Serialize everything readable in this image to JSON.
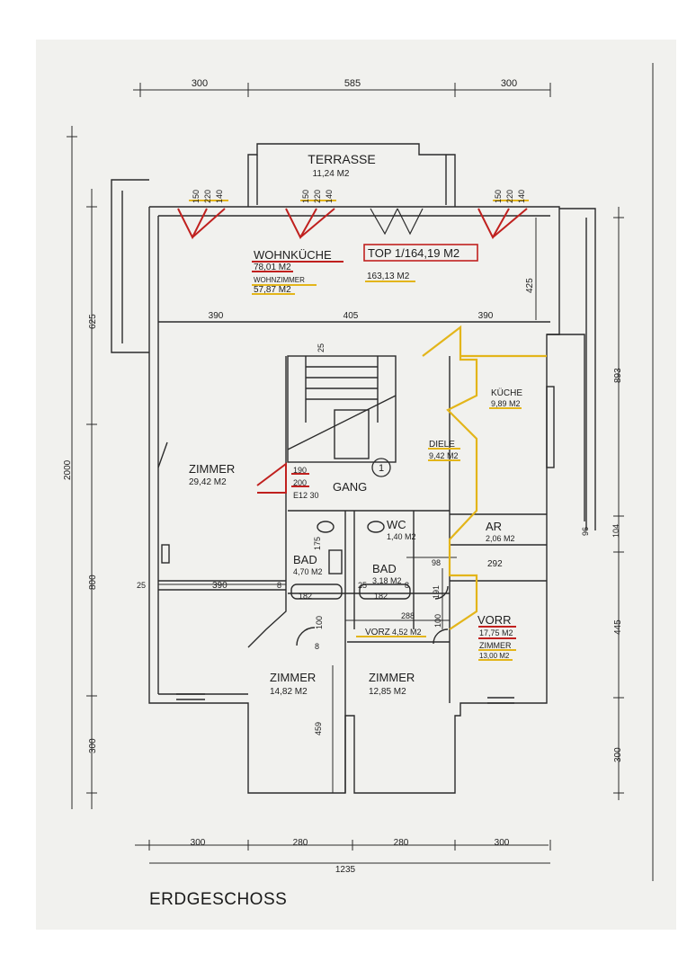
{
  "page_title": "ERDGESCHOSS",
  "colors": {
    "paper": "#f1f1ee",
    "line": "#2b2b2b",
    "highlight_red": "#c0201e",
    "highlight_yellow": "#e3b51a"
  },
  "unit": {
    "title": "TOP 1/164,19 M2",
    "area": "163,13 M2"
  },
  "rooms": {
    "terrasse": {
      "name": "TERRASSE",
      "area": "11,24 M2"
    },
    "wohnkueche": {
      "name": "WOHNKÜCHE",
      "area": "78,01 M2",
      "sub_name": "WOHNZIMMER",
      "sub_area": "57,87 M2"
    },
    "zimmer_links": {
      "name": "ZIMMER",
      "area": "29,42 M2"
    },
    "gang": {
      "name": "GANG",
      "number": "1"
    },
    "diele": {
      "name": "DIELE",
      "area": "9,42 M2"
    },
    "kueche": {
      "name": "KÜCHE",
      "area": "9,89 M2"
    },
    "wc": {
      "name": "WC",
      "area": "1,40 M2"
    },
    "ar": {
      "name": "AR",
      "area": "2,06 M2"
    },
    "bad_1": {
      "name": "BAD",
      "area": "4,70 M2"
    },
    "bad_2": {
      "name": "BAD",
      "area": "3,18 M2"
    },
    "vorz": {
      "name": "VORZ",
      "area": "4,52 M2"
    },
    "vorr": {
      "name": "VORR",
      "area": "17,75 M2",
      "sub_name": "ZIMMER",
      "sub_area": "13,00 M2"
    },
    "zimmer_mitte": {
      "name": "ZIMMER",
      "area": "14,82 M2"
    },
    "zimmer_rechts": {
      "name": "ZIMMER",
      "area": "12,85 M2"
    }
  },
  "dimensions": {
    "top": [
      "300",
      "585",
      "300"
    ],
    "upper_row": [
      "390",
      "405",
      "390"
    ],
    "bottom_segments": [
      "300",
      "280",
      "280",
      "300"
    ],
    "bottom_total": "1235",
    "left": [
      "625",
      "2000",
      "800",
      "300"
    ],
    "right": [
      "893",
      "445",
      "300",
      "104",
      "96"
    ],
    "window_labels": [
      "150",
      "220",
      "140"
    ],
    "interior": {
      "d425": "425",
      "d25_top": "25",
      "d190": "190",
      "d200": "200",
      "d_e12_30": "E12 30",
      "d175": "175",
      "d25_left": "25",
      "d390_mid": "390",
      "d8_a": "8",
      "d182_a": "182",
      "d25_mid": "25",
      "d182_b": "182",
      "d8_b": "8",
      "d98": "98",
      "d191": "191",
      "d292": "292",
      "d288": "288",
      "d100_a": "100",
      "d100_b": "100",
      "d8_c": "8",
      "d459": "459"
    }
  }
}
